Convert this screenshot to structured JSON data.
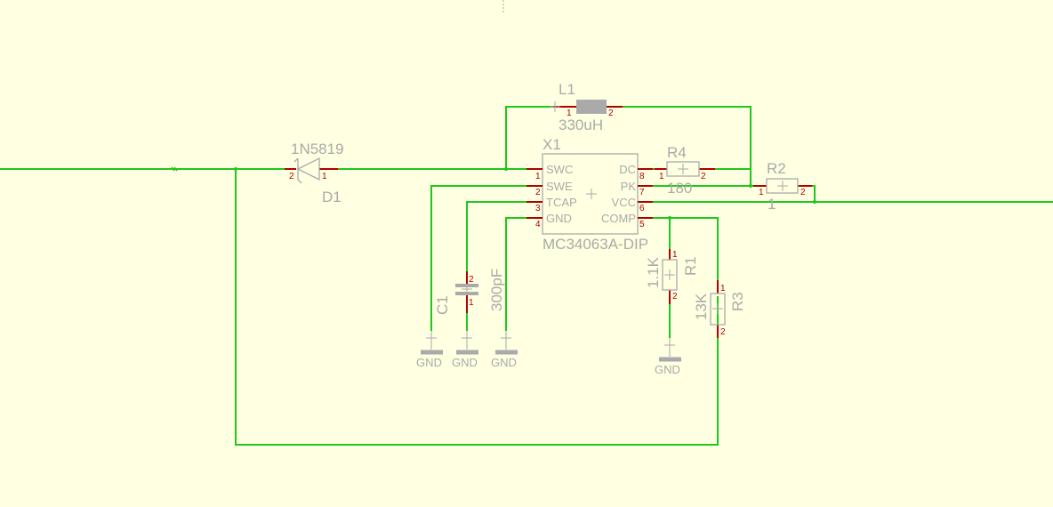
{
  "colors": {
    "background": "#ffffe1",
    "wire": "#1ec81e",
    "pin_lead": "#b00000",
    "symbol": "#aaaaaa",
    "junction": "#1ec81e"
  },
  "schematic": {
    "ic": {
      "designator": "X1",
      "value": "MC34063A-DIP",
      "left_pins": [
        {
          "num": "1",
          "name": "SWC"
        },
        {
          "num": "2",
          "name": "SWE"
        },
        {
          "num": "3",
          "name": "TCAP"
        },
        {
          "num": "4",
          "name": "GND"
        }
      ],
      "right_pins": [
        {
          "num": "8",
          "name": "DC"
        },
        {
          "num": "7",
          "name": "PK"
        },
        {
          "num": "6",
          "name": "VCC"
        },
        {
          "num": "5",
          "name": "COMP"
        }
      ]
    },
    "l1": {
      "designator": "L1",
      "value": "330uH",
      "pin1": "1",
      "pin2": "2"
    },
    "d1": {
      "designator": "D1",
      "value": "1N5819",
      "pin1": "1",
      "pin2": "2"
    },
    "r4": {
      "designator": "R4",
      "value": "180",
      "pin1": "1",
      "pin2": "2"
    },
    "r2": {
      "designator": "R2",
      "value": "1",
      "pin1": "1",
      "pin2": "2"
    },
    "r1": {
      "designator": "R1",
      "value": "1.1K",
      "pin1": "1",
      "pin2": "2"
    },
    "r3": {
      "designator": "R3",
      "value": "13K",
      "pin1": "1",
      "pin2": "2"
    },
    "c1": {
      "designator": "C1",
      "value": "300pF",
      "pin1": "1",
      "pin2": "2"
    },
    "gnd_label": "GND"
  }
}
